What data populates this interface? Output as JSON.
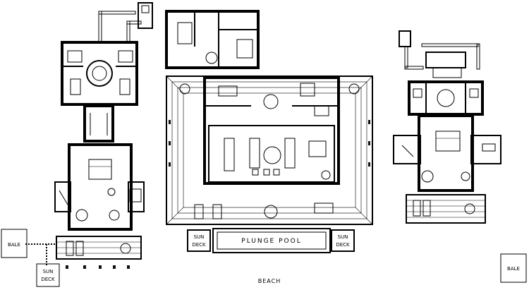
{
  "labels": {
    "bale_left": "BALE",
    "sun_deck_left_1": "SUN",
    "sun_deck_left_2": "DECK",
    "sun_deck_mid_left_1": "SUN",
    "sun_deck_mid_left_2": "DECK",
    "plunge_pool": "PLUNGE POOL",
    "sun_deck_mid_right_1": "SUN",
    "sun_deck_mid_right_2": "DECK",
    "beach": "BEACH",
    "bale_right": "BALE"
  },
  "colors": {
    "line": "#000000",
    "background": "#ffffff"
  }
}
